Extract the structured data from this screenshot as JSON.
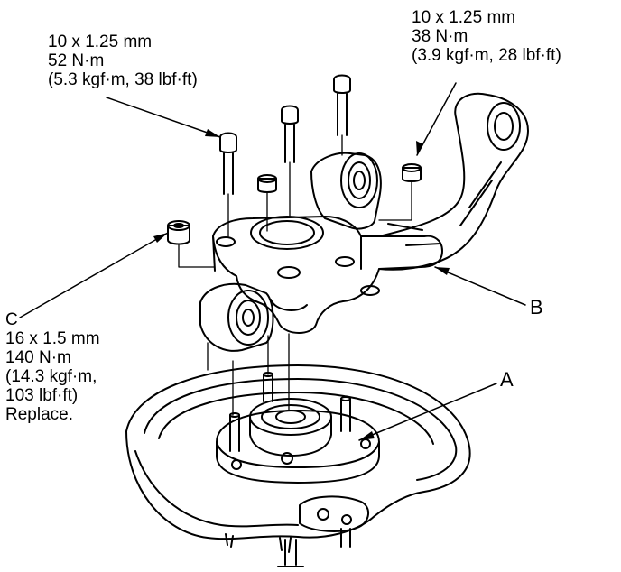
{
  "callouts": {
    "upper_left_bolt": {
      "lines": [
        "10 x 1.25 mm",
        "52 N·m",
        "(5.3 kgf·m, 38 lbf·ft)"
      ]
    },
    "upper_right_bolt": {
      "lines": [
        "10 x 1.25 mm",
        "38 N·m",
        "(3.9 kgf·m, 28 lbf·ft)"
      ]
    },
    "nut_c": {
      "letter": "C",
      "lines": [
        "16 x 1.5 mm",
        "140 N·m",
        "(14.3 kgf·m,",
        "103 lbf·ft)",
        "Replace."
      ]
    }
  },
  "part_letters": {
    "a": "A",
    "b": "B"
  }
}
